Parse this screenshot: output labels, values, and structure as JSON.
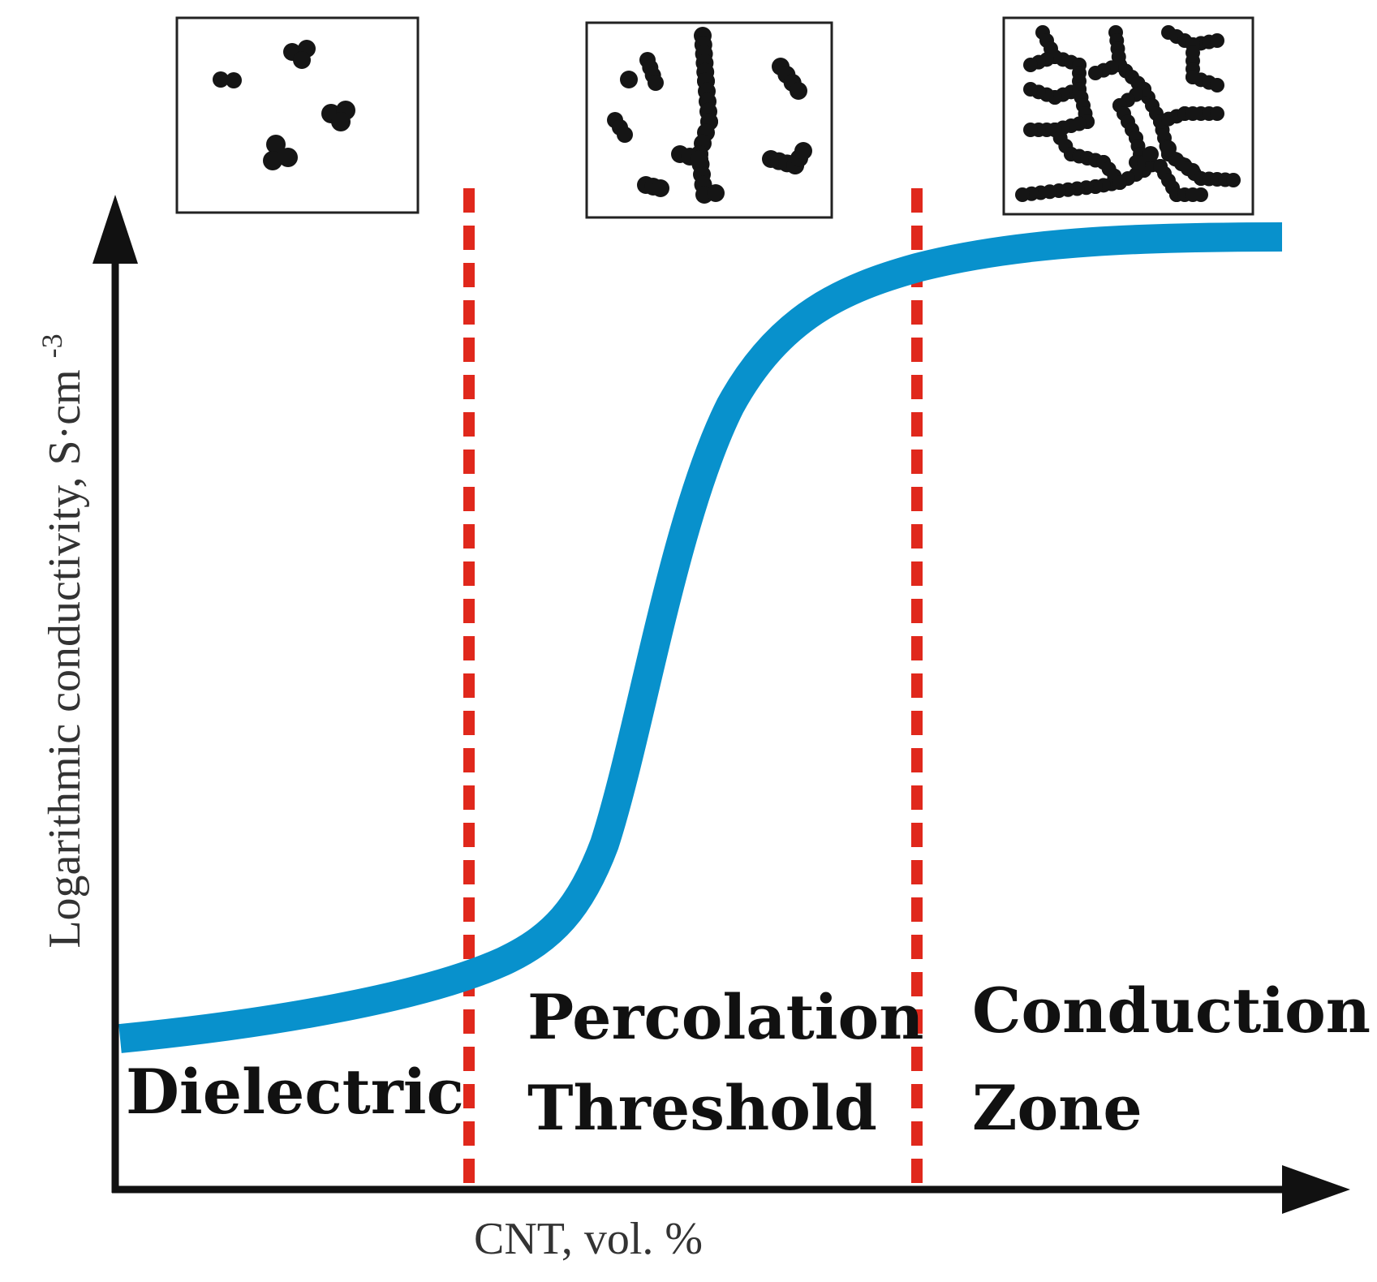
{
  "axes": {
    "x_label": "CNT, vol. %",
    "y_label": "Logarithmic conductivity, S·cm",
    "y_label_sup": "-3"
  },
  "zones": [
    {
      "name": "dielectric",
      "lines": [
        "Dielectric"
      ]
    },
    {
      "name": "percolation",
      "lines": [
        "Percolation",
        "Threshold"
      ]
    },
    {
      "name": "conduction",
      "lines": [
        "Conduction",
        "Zone"
      ]
    }
  ],
  "colors": {
    "curve": "#0891cc",
    "boundary": "#e0281c",
    "axis": "#111111",
    "particle": "#151515",
    "panel_border": "#222222"
  },
  "curve": {
    "shape": "sigmoid",
    "lower_plateau": "low",
    "upper_plateau": "high"
  },
  "insets": [
    {
      "name": "isolated-clusters",
      "icon": "dispersed-particles-icon"
    },
    {
      "name": "partial-chains",
      "icon": "chain-forming-particles-icon"
    },
    {
      "name": "connected-network",
      "icon": "percolated-network-icon"
    }
  ]
}
